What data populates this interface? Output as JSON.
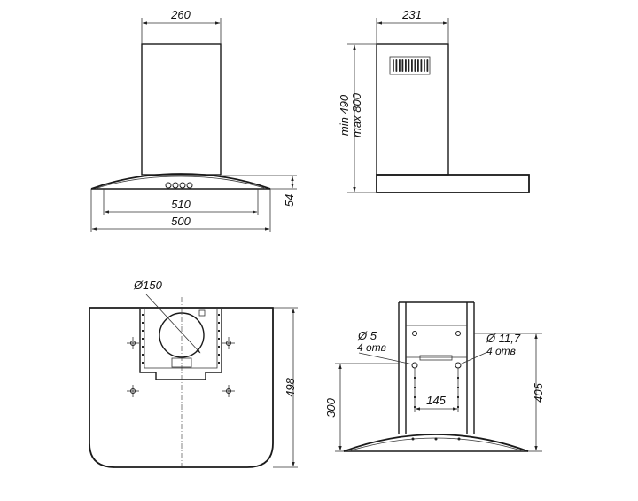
{
  "front_view": {
    "chimney_width": "260",
    "filter_width": "510",
    "canopy_width": "500",
    "canopy_height": "54"
  },
  "side_view": {
    "depth": "231",
    "height_min": "min 490",
    "height_max": "max 800"
  },
  "bottom_view": {
    "duct_diameter": "Ø150",
    "total_depth": "498"
  },
  "rear_view": {
    "small_hole_diameter": "Ø 5",
    "small_hole_count": "4 отв",
    "large_hole_diameter": "Ø 11,7",
    "large_hole_count": "4 отв",
    "hole_spacing": "145",
    "lower_height": "300",
    "total_height": "405"
  }
}
